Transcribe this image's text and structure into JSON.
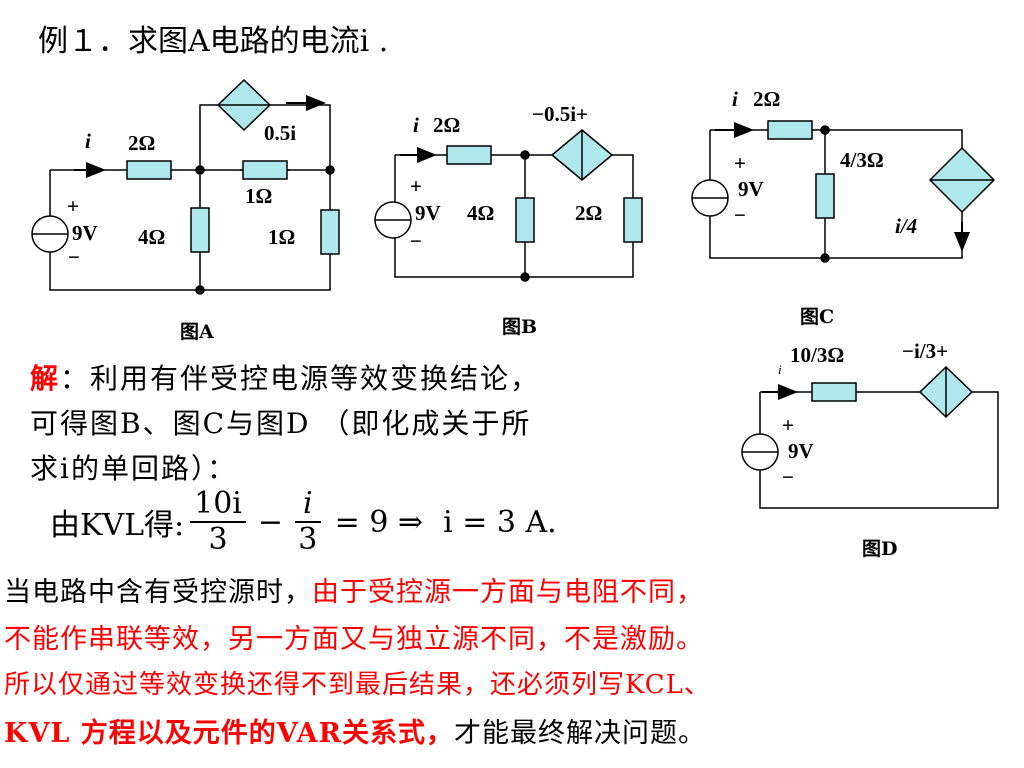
{
  "title": "例１．求图A电路的电流i .",
  "figA": {
    "caption": "图A",
    "i": "i",
    "r1": "2Ω",
    "dep": "0.5i",
    "r_mid": "1Ω",
    "r_shunt": "4Ω",
    "r_right": "1Ω",
    "plus": "+",
    "source": "9V",
    "minus": "−"
  },
  "figB": {
    "caption": "图B",
    "i": "i",
    "r1": "2Ω",
    "dep": "−0.5i+",
    "source": "9V",
    "r_shunt": "4Ω",
    "r_right": "2Ω",
    "plus": "+",
    "minus": "−"
  },
  "figC": {
    "caption": "图C",
    "i": "i",
    "r1": "2Ω",
    "r_shunt": "4/3Ω",
    "source": "9V",
    "dep": "i/4",
    "plus": "+",
    "minus": "−"
  },
  "figD": {
    "caption": "图D",
    "i": "i",
    "r1": "10/3Ω",
    "dep": "−i/3+",
    "source": "9V",
    "plus": "+",
    "minus": "−"
  },
  "solution": {
    "head": "解",
    "line1": "：利用有伴受控电源等效变换结论，",
    "line2": "可得图B、图C与图D （即化成关于所",
    "line3": "求i的单回路）："
  },
  "equation": {
    "prefix": "由KVL得:",
    "frac1_num": "10i",
    "frac1_den": "3",
    "minus": "−",
    "frac2_num": "i",
    "frac2_den": "3",
    "rhs": "= 9 ⇒",
    "result": "i = 3 A."
  },
  "conclusion": {
    "l1_black": "当电路中含有受控源时，",
    "l1_red": "由于受控源一方面与电阻不同，",
    "l2_red": "不能作串联等效，另一方面又与独立源不同，不是激励。",
    "l3_red": "所以仅通过等效变换还得不到最后结果，还必须列写KCL、",
    "l4_red": "KVL 方程以及元件的VAR关系式，",
    "l4_black": "才能最终解决问题。"
  },
  "colors": {
    "component_fill": "#aee8ec",
    "accent_red": "#ff0000"
  }
}
